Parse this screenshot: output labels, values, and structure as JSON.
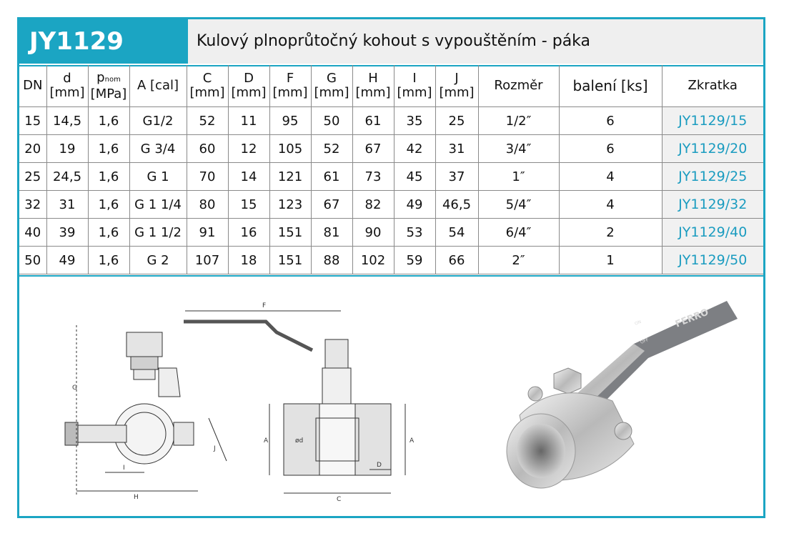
{
  "product": {
    "code": "JY1129",
    "title": "Kulový plnoprůtočný kohout s vypouštěním - páka"
  },
  "table": {
    "headers": [
      {
        "main": "DN",
        "unit": ""
      },
      {
        "main": "d",
        "unit": "[mm]"
      },
      {
        "main": "p",
        "sub": "nom",
        "unit": "[MPa]"
      },
      {
        "main": "A [cal]",
        "unit": ""
      },
      {
        "main": "C",
        "unit": "[mm]"
      },
      {
        "main": "D",
        "unit": "[mm]"
      },
      {
        "main": "F",
        "unit": "[mm]"
      },
      {
        "main": "G",
        "unit": "[mm]"
      },
      {
        "main": "H",
        "unit": "[mm]"
      },
      {
        "main": "I",
        "unit": "[mm]"
      },
      {
        "main": "J",
        "unit": "[mm]"
      },
      {
        "main": "Rozměr",
        "unit": ""
      },
      {
        "main": "balení [ks]",
        "unit": ""
      },
      {
        "main": "Zkratka",
        "unit": ""
      }
    ],
    "rows": [
      [
        "15",
        "14,5",
        "1,6",
        "G1/2",
        "52",
        "11",
        "95",
        "50",
        "61",
        "35",
        "25",
        "1/2″",
        "6",
        "JY1129/15"
      ],
      [
        "20",
        "19",
        "1,6",
        "G 3/4",
        "60",
        "12",
        "105",
        "52",
        "67",
        "42",
        "31",
        "3/4″",
        "6",
        "JY1129/20"
      ],
      [
        "25",
        "24,5",
        "1,6",
        "G 1",
        "70",
        "14",
        "121",
        "61",
        "73",
        "45",
        "37",
        "1″",
        "4",
        "JY1129/25"
      ],
      [
        "32",
        "31",
        "1,6",
        "G 1 1/4",
        "80",
        "15",
        "123",
        "67",
        "82",
        "49",
        "46,5",
        "5/4″",
        "4",
        "JY1129/32"
      ],
      [
        "40",
        "39",
        "1,6",
        "G 1 1/2",
        "91",
        "16",
        "151",
        "81",
        "90",
        "53",
        "54",
        "6/4″",
        "2",
        "JY1129/40"
      ],
      [
        "50",
        "49",
        "1,6",
        "G 2",
        "107",
        "18",
        "151",
        "88",
        "102",
        "59",
        "66",
        "2″",
        "1",
        "JY1129/50"
      ]
    ]
  },
  "drawing": {
    "labels": {
      "F": "F",
      "G": "G",
      "I": "I",
      "H": "H",
      "J": "J",
      "A": "A",
      "D": "D",
      "C": "C",
      "d": "ød"
    }
  },
  "photo": {
    "brand": "FERRO",
    "on": "ON",
    "off": "OFF"
  },
  "colors": {
    "accent": "#1ba5c3",
    "code_text": "#1b9cc0",
    "title_bg": "#efefef",
    "handle": "#7d7f83"
  }
}
